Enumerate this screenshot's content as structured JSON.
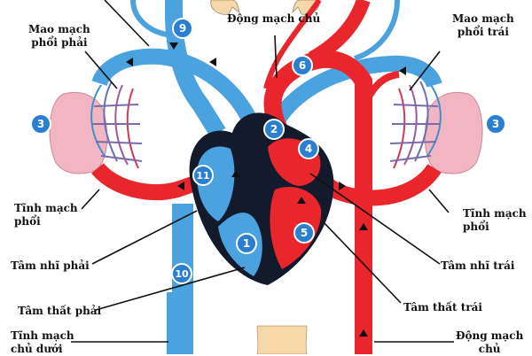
{
  "labels": {
    "pulm_cap_right": [
      "Mao mạch",
      "phổi phải"
    ],
    "pulm_cap_left": [
      "Mao mạch",
      "phổi trái"
    ],
    "aorta_top": "Động mạch chủ",
    "pulm_vein_right": [
      "Tĩnh mạch",
      "phổi"
    ],
    "pulm_vein_left": [
      "Tĩnh mạch",
      "phổi"
    ],
    "right_atrium": "Tâm nhĩ phải",
    "left_atrium": "Tâm nhĩ trái",
    "right_ventricle": "Tâm thất phải",
    "left_ventricle": "Tâm thất trái",
    "vena_cava": [
      "Tĩnh mạch",
      "chủ dưới"
    ],
    "aorta_bottom": [
      "Động mạch",
      "chủ"
    ]
  },
  "markers": {
    "m1": "1",
    "m2": "2",
    "m3_left": "3",
    "m3_right": "3",
    "m4": "4",
    "m5": "5",
    "m6": "6",
    "m9": "9",
    "m10": "10",
    "m11": "11"
  },
  "colors": {
    "venous": "#4aa3df",
    "arterial": "#e8262c",
    "heart_dark": "#121a2c",
    "lung": "#f2b6c3",
    "marker": "#2b7fd1",
    "skin": "#f6d7a8"
  }
}
